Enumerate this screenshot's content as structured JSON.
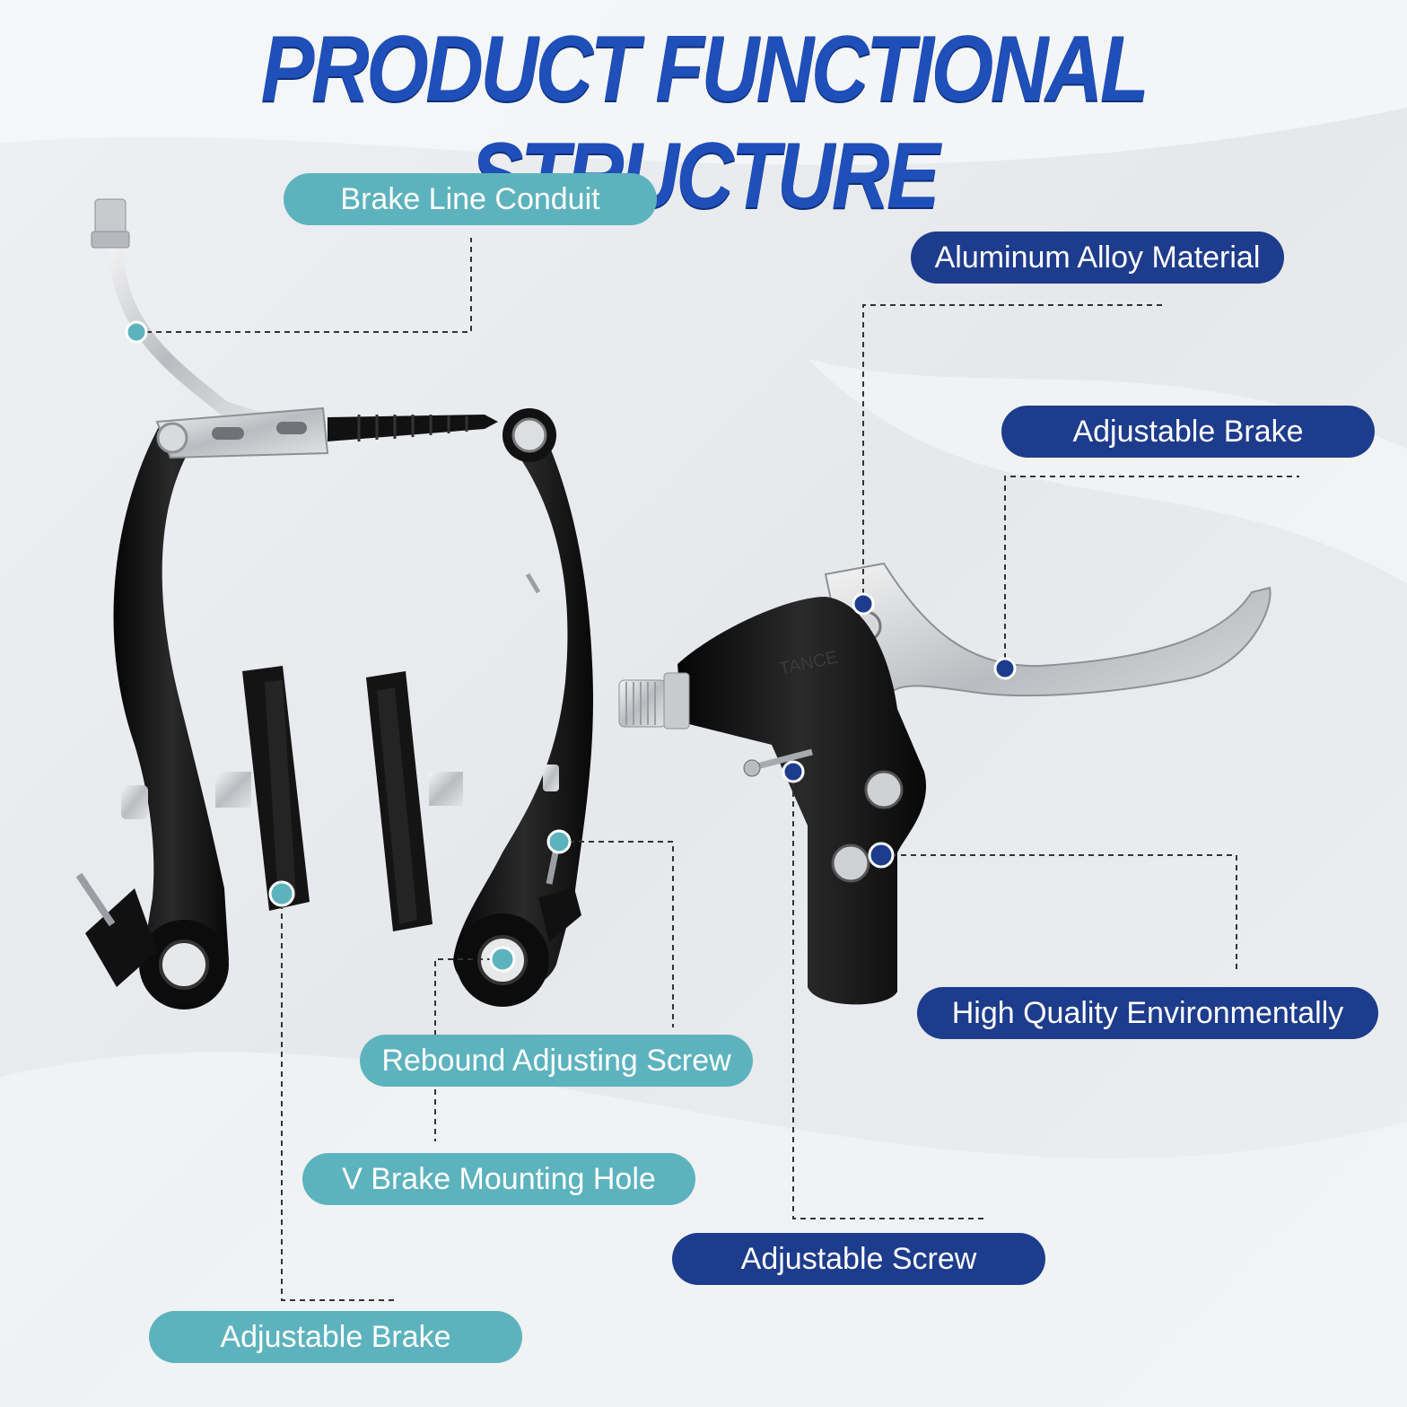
{
  "title": "PRODUCT FUNCTIONAL STRUCTURE",
  "colors": {
    "title": "#1f4fb8",
    "teal": "#5db3bd",
    "navy": "#1e3c8c"
  },
  "lever_brand": "TANCE",
  "labels": {
    "brake_line_conduit": "Brake Line Conduit",
    "aluminum_alloy": "Aluminum Alloy Material",
    "adjustable_brake_lever": "Adjustable Brake",
    "high_quality": "High Quality Environmentally",
    "rebound_screw": "Rebound Adjusting Screw",
    "mounting_hole": "V Brake Mounting Hole",
    "adjustable_screw": "Adjustable Screw",
    "adjustable_brake_pad": "Adjustable Brake"
  }
}
